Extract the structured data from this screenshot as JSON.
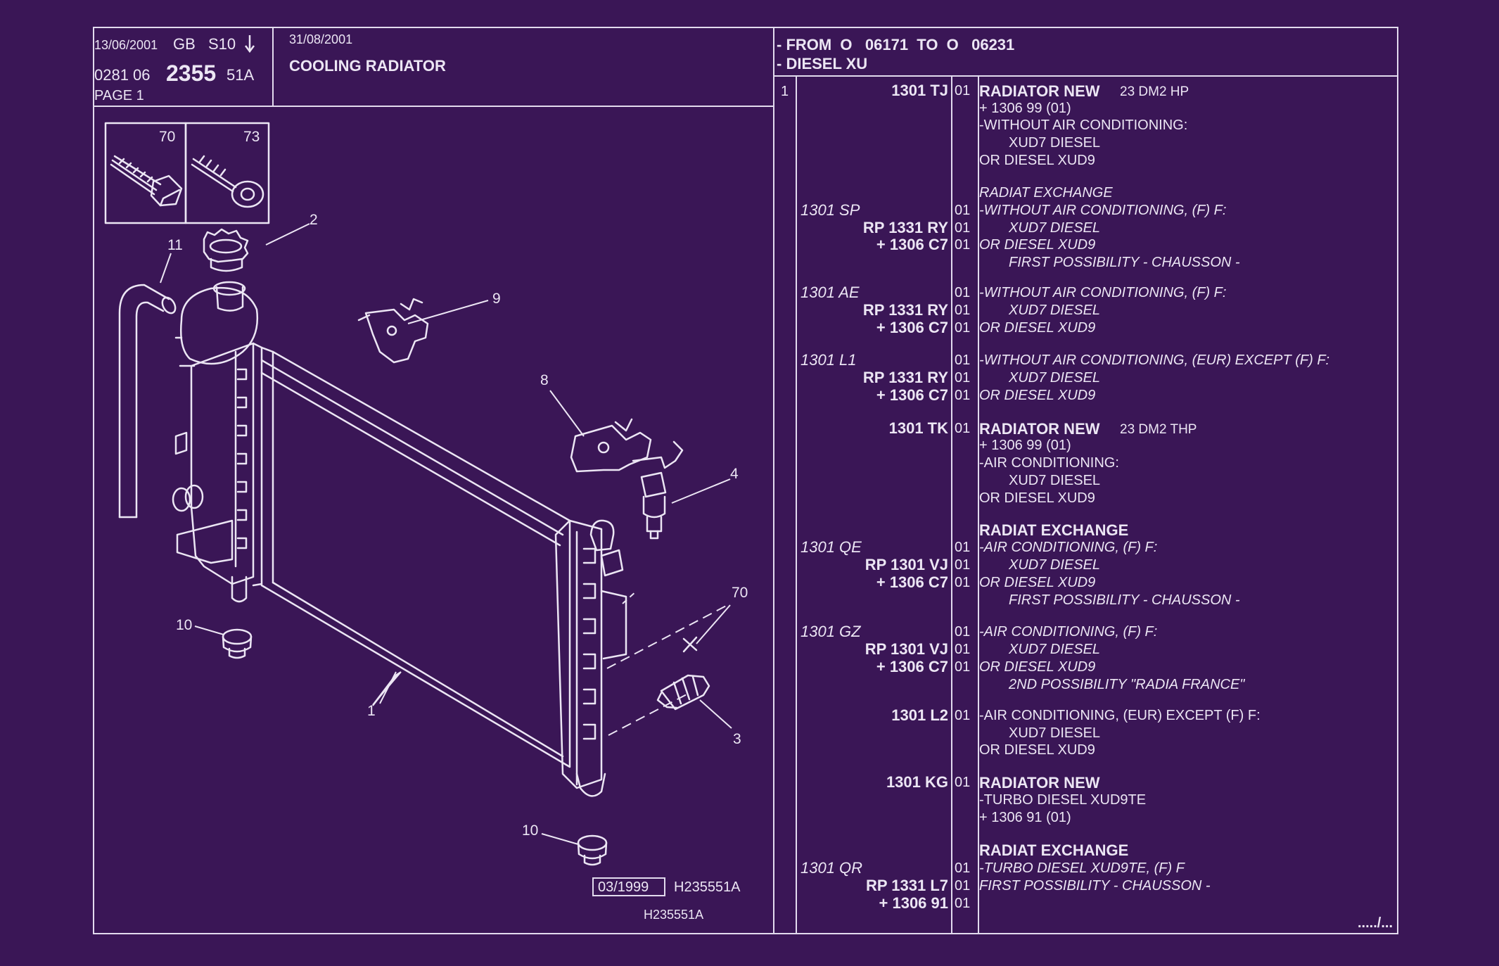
{
  "header": {
    "date_left": "13/06/2001",
    "lang": "GB",
    "series": "S10",
    "doc_prefix": "0281 06",
    "doc_number": "2355",
    "doc_suffix": "51A",
    "page": "PAGE 1",
    "date_right": "31/08/2001",
    "title": "COOLING RADIATOR",
    "range_line": "- FROM  O   06171  TO  O   06231",
    "engine_line": "- DIESEL XU"
  },
  "diagram": {
    "callouts": [
      "70",
      "73",
      "2",
      "11",
      "9",
      "8",
      "4",
      "70",
      "3",
      "10",
      "1",
      "10"
    ],
    "stamp_date": "03/1999",
    "stamp_ref": "H235551A",
    "bottom_ref": "H235551A"
  },
  "parts_list": {
    "item_number": "1",
    "entries": [
      {
        "code": "1301 TJ",
        "qty": "01",
        "desc": "RADIATOR NEW",
        "desc_small": "23 DM2 HP",
        "bold": true
      },
      {
        "code": "",
        "qty": "",
        "desc": "+ 1306 99 (01)"
      },
      {
        "code": "",
        "qty": "",
        "desc": "-WITHOUT AIR CONDITIONING:"
      },
      {
        "code": "",
        "qty": "",
        "desc": "XUD7 DIESEL",
        "indent": true
      },
      {
        "code": "",
        "qty": "",
        "desc": "OR DIESEL XUD9"
      },
      {
        "code": "",
        "qty": "",
        "desc": "RADIAT EXCHANGE",
        "italic": true
      },
      {
        "code": "1301 SP",
        "qty": "01",
        "desc": "-WITHOUT AIR CONDITIONING, (F) F:",
        "italic": true
      },
      {
        "code": "RP  1331 RY",
        "qty": "01",
        "desc": "XUD7 DIESEL",
        "indent": true,
        "italic": true
      },
      {
        "code": "+  1306 C7",
        "qty": "01",
        "desc": "OR DIESEL XUD9",
        "italic": true
      },
      {
        "code": "",
        "qty": "",
        "desc": "FIRST POSSIBILITY - CHAUSSON -",
        "indent": true,
        "italic": true
      },
      {
        "code": "1301 AE",
        "qty": "01",
        "desc": "-WITHOUT AIR CONDITIONING, (F) F:",
        "italic": true
      },
      {
        "code": "RP  1331 RY",
        "qty": "01",
        "desc": "XUD7 DIESEL",
        "indent": true,
        "italic": true
      },
      {
        "code": "+  1306 C7",
        "qty": "01",
        "desc": "OR DIESEL XUD9",
        "italic": true
      },
      {
        "code": "1301 L1",
        "qty": "01",
        "desc": "-WITHOUT AIR CONDITIONING, (EUR) EXCEPT  (F) F:",
        "italic": true
      },
      {
        "code": "RP  1331 RY",
        "qty": "01",
        "desc": "XUD7 DIESEL",
        "indent": true,
        "italic": true
      },
      {
        "code": "+  1306 C7",
        "qty": "01",
        "desc": "OR DIESEL XUD9",
        "italic": true
      },
      {
        "code": "1301 TK",
        "qty": "01",
        "desc": "RADIATOR NEW",
        "desc_small": "23 DM2 THP",
        "bold": true
      },
      {
        "code": "",
        "qty": "",
        "desc": "+ 1306 99 (01)"
      },
      {
        "code": "",
        "qty": "",
        "desc": "-AIR CONDITIONING:"
      },
      {
        "code": "",
        "qty": "",
        "desc": "XUD7 DIESEL",
        "indent": true
      },
      {
        "code": "",
        "qty": "",
        "desc": "OR DIESEL XUD9"
      },
      {
        "code": "",
        "qty": "",
        "desc": "RADIAT EXCHANGE",
        "bold": true
      },
      {
        "code": "1301 QE",
        "qty": "01",
        "desc": "-AIR CONDITIONING, (F) F:",
        "italic": true
      },
      {
        "code": "RP  1301 VJ",
        "qty": "01",
        "desc": "XUD7 DIESEL",
        "indent": true,
        "italic": true
      },
      {
        "code": "+  1306 C7",
        "qty": "01",
        "desc": "OR DIESEL XUD9",
        "italic": true
      },
      {
        "code": "",
        "qty": "",
        "desc": "FIRST POSSIBILITY - CHAUSSON -",
        "indent": true,
        "italic": true
      },
      {
        "code": "1301 GZ",
        "qty": "01",
        "desc": "-AIR CONDITIONING, (F) F:",
        "italic": true
      },
      {
        "code": "RP  1301 VJ",
        "qty": "01",
        "desc": "XUD7 DIESEL",
        "indent": true,
        "italic": true
      },
      {
        "code": "+  1306 C7",
        "qty": "01",
        "desc": "OR DIESEL XUD9",
        "italic": true
      },
      {
        "code": "",
        "qty": "",
        "desc": "2ND POSSIBILITY \"RADIA FRANCE\"",
        "indent": true,
        "italic": true
      },
      {
        "code": "1301 L2",
        "qty": "01",
        "desc": "-AIR CONDITIONING, (EUR) EXCEPT  (F) F:"
      },
      {
        "code": "",
        "qty": "",
        "desc": "XUD7 DIESEL",
        "indent": true
      },
      {
        "code": "",
        "qty": "",
        "desc": "OR DIESEL XUD9"
      },
      {
        "code": "1301 KG",
        "qty": "01",
        "desc": "RADIATOR NEW",
        "bold": true
      },
      {
        "code": "",
        "qty": "",
        "desc": "-TURBO DIESEL XUD9TE"
      },
      {
        "code": "",
        "qty": "",
        "desc": "+ 1306 91 (01)"
      },
      {
        "code": "",
        "qty": "",
        "desc": "RADIAT EXCHANGE",
        "bold": true
      },
      {
        "code": "1301 QR",
        "qty": "01",
        "desc": "-TURBO DIESEL XUD9TE, (F) F",
        "italic": true
      },
      {
        "code": "RP  1331 L7",
        "qty": "01",
        "desc": "FIRST POSSIBILITY - CHAUSSON -",
        "italic": true
      },
      {
        "code": "+  1306 91",
        "qty": "01",
        "desc": ""
      }
    ],
    "continued": "...../..."
  }
}
